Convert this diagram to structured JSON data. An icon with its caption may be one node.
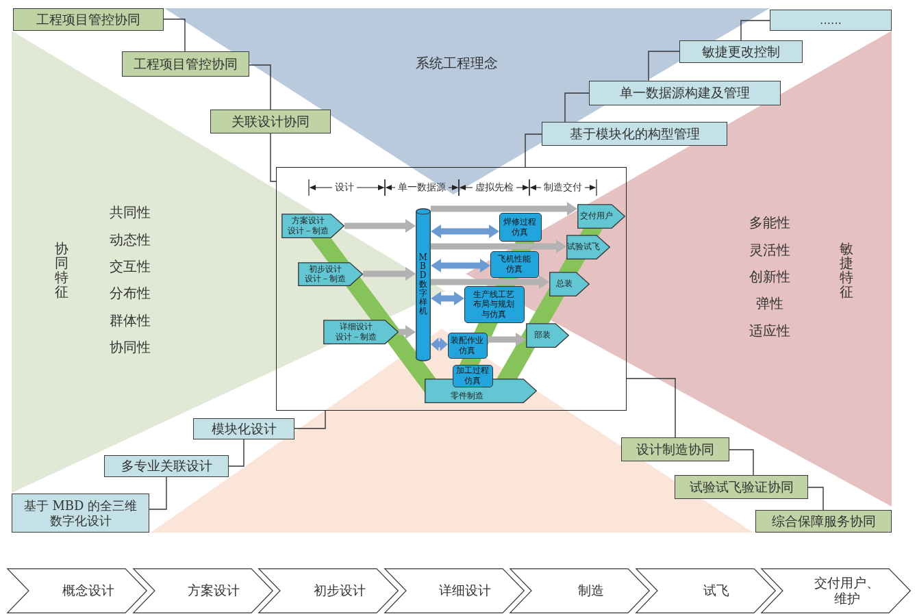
{
  "diagram": {
    "nodes": [
      {
        "text": [
          "工程项目管控协同"
        ]
      },
      {
        "text": [
          "工程项目管控协同"
        ]
      },
      {
        "text": [
          "关联设计协同"
        ]
      },
      {
        "text": [
          "……"
        ]
      },
      {
        "text": [
          "敏捷更改控制"
        ]
      },
      {
        "text": [
          "单一数据源构建及管理"
        ]
      },
      {
        "text": [
          "基于模块化的构型管理"
        ]
      },
      {
        "text": [],
        "shape": "box"
      },
      {
        "text": [
          "方案设计",
          "设计－制造"
        ],
        "in": 7
      },
      {
        "text": [
          "初步设计",
          "设计－制造"
        ],
        "in": 7
      },
      {
        "text": [
          "详细设计",
          "设计－制造"
        ],
        "in": 7
      },
      {
        "text": [
          "MBD 数字样机"
        ],
        "in": 7
      },
      {
        "text": [
          "焊修过程仿真"
        ],
        "in": 7
      },
      {
        "text": [
          "交付用户"
        ],
        "in": 7
      },
      {
        "text": [
          "试验试飞"
        ],
        "in": 7
      },
      {
        "text": [
          "飞机性能仿真"
        ],
        "in": 7
      },
      {
        "text": [
          "总装"
        ],
        "in": 7
      },
      {
        "text": [
          "生产线工艺布局与规划与仿真"
        ],
        "in": 7
      },
      {
        "text": [
          "部装"
        ],
        "in": 7
      },
      {
        "text": [
          "装配作业仿真"
        ],
        "in": 7
      },
      {
        "text": [
          "加工过程仿真"
        ],
        "in": 7
      },
      {
        "text": [
          "零件制造"
        ],
        "in": 7
      },
      {
        "text": [
          "模块化设计"
        ]
      },
      {
        "text": [
          "多专业关联设计"
        ]
      },
      {
        "text": [
          "基于 MBD 的全三维数字化设计"
        ]
      },
      {
        "text": [
          "设计制造协同"
        ]
      },
      {
        "text": [
          "试验试飞验证协同"
        ]
      },
      {
        "text": [
          "综合保障服务协同"
        ]
      },
      {
        "text": [
          "概念设计"
        ]
      },
      {
        "text": [
          "方案设计"
        ]
      },
      {
        "text": [
          "初步设计"
        ]
      },
      {
        "text": [
          "详细设计"
        ]
      },
      {
        "text": [
          "制造"
        ]
      },
      {
        "text": [
          "试飞"
        ]
      },
      {
        "text": [
          "交付用户、维护"
        ]
      }
    ],
    "edges": [
      {
        "from": 0,
        "to": 1,
        "arrow": "none"
      },
      {
        "from": 1,
        "to": 2,
        "arrow": "none"
      },
      {
        "from": 2,
        "to": 7,
        "arrow": "none"
      },
      {
        "from": 3,
        "to": 4,
        "arrow": "none"
      },
      {
        "from": 4,
        "to": 5,
        "arrow": "none"
      },
      {
        "from": 5,
        "to": 6,
        "arrow": "none"
      },
      {
        "from": 6,
        "to": 7,
        "arrow": "none"
      },
      {
        "from": 7,
        "to": 22,
        "arrow": "none"
      },
      {
        "from": 22,
        "to": 23,
        "arrow": "none"
      },
      {
        "from": 23,
        "to": 24,
        "arrow": "none"
      },
      {
        "from": 7,
        "to": 25,
        "arrow": "none"
      },
      {
        "from": 25,
        "to": 26,
        "arrow": "none"
      },
      {
        "from": 26,
        "to": 27,
        "arrow": "none"
      },
      {
        "from": 8,
        "to": 11,
        "arrow": "to",
        "style": "thick",
        "color": "#b2b2b2"
      },
      {
        "from": 9,
        "to": 11,
        "arrow": "to",
        "style": "thick",
        "color": "#b2b2b2"
      },
      {
        "from": 10,
        "to": 11,
        "arrow": "to",
        "style": "thick",
        "color": "#b2b2b2"
      },
      {
        "from": 11,
        "to": 13,
        "arrow": "to",
        "style": "thick",
        "color": "#b2b2b2"
      },
      {
        "from": 11,
        "to": 14,
        "arrow": "to",
        "style": "thick",
        "color": "#b2b2b2"
      },
      {
        "from": 11,
        "to": 16,
        "arrow": "to",
        "style": "thick",
        "color": "#b2b2b2"
      },
      {
        "from": 19,
        "to": 18,
        "arrow": "to",
        "style": "thick",
        "color": "#b2b2b2"
      },
      {
        "from": 11,
        "to": 12,
        "arrow": "both",
        "style": "thick",
        "color": "#6b9bd2"
      },
      {
        "from": 11,
        "to": 15,
        "arrow": "both",
        "style": "thick",
        "color": "#6b9bd2"
      },
      {
        "from": 11,
        "to": 17,
        "arrow": "both",
        "style": "thick",
        "color": "#6b9bd2"
      },
      {
        "from": 11,
        "to": 19,
        "arrow": "both",
        "style": "thick",
        "color": "#6b9bd2"
      }
    ],
    "labels": [
      "系统工程理念",
      "设计",
      "单一数据源",
      "虚拟先检",
      "制造交付",
      "协同特征",
      "共同性",
      "动态性",
      "交互性",
      "分布性",
      "群体性",
      "协同性",
      "多能性",
      "灵活性",
      "创新性",
      "弹性",
      "适应性",
      "敏捷特征"
    ]
  }
}
